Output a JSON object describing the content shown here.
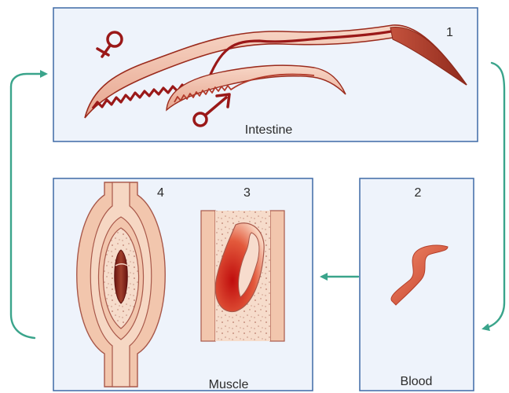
{
  "panels": {
    "intestine": {
      "label": "Intestine",
      "number": "1"
    },
    "blood": {
      "label": "Blood",
      "number": "2"
    },
    "muscle": {
      "label": "Muscle",
      "number_encysting": "3",
      "number_cyst": "4"
    }
  },
  "symbols": {
    "female": "female-symbol-icon",
    "male": "male-symbol-icon"
  },
  "colors": {
    "panel_fill": "#eef3fb",
    "panel_border": "#3e6aa6",
    "arrow": "#3aa48b",
    "worm_dark": "#9a1818",
    "worm_mid": "#c65a48",
    "worm_light": "#f3c8b3",
    "tissue": "#f6d7c3",
    "tissue_outline": "#a8584a"
  }
}
